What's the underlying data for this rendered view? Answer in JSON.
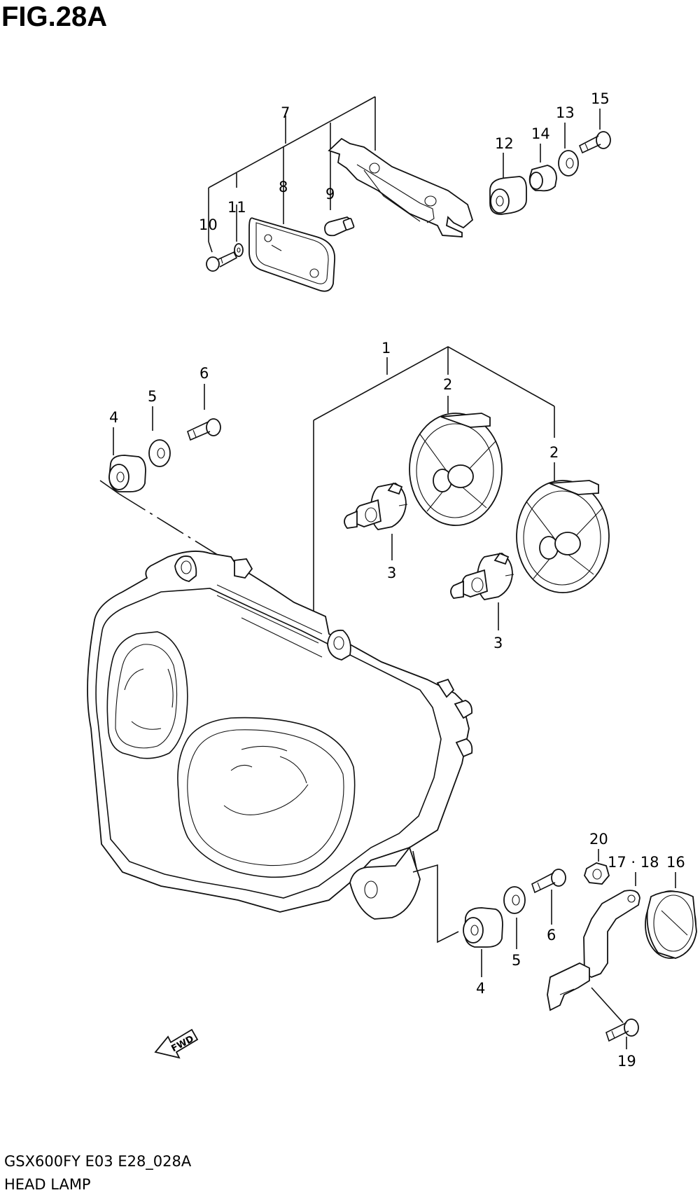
{
  "figure": {
    "title": "FIG.28A",
    "code": "GSX600FY E03 E28_028A",
    "name": "HEAD LAMP"
  },
  "callouts": [
    {
      "id": "c1",
      "label": "1"
    },
    {
      "id": "c2a",
      "label": "2"
    },
    {
      "id": "c2b",
      "label": "2"
    },
    {
      "id": "c3a",
      "label": "3"
    },
    {
      "id": "c3b",
      "label": "3"
    },
    {
      "id": "c4a",
      "label": "4"
    },
    {
      "id": "c4b",
      "label": "4"
    },
    {
      "id": "c5a",
      "label": "5"
    },
    {
      "id": "c5b",
      "label": "5"
    },
    {
      "id": "c6a",
      "label": "6"
    },
    {
      "id": "c6b",
      "label": "6"
    },
    {
      "id": "c7",
      "label": "7"
    },
    {
      "id": "c8",
      "label": "8"
    },
    {
      "id": "c9",
      "label": "9"
    },
    {
      "id": "c10",
      "label": "10"
    },
    {
      "id": "c11",
      "label": "11"
    },
    {
      "id": "c12",
      "label": "12"
    },
    {
      "id": "c13",
      "label": "13"
    },
    {
      "id": "c14",
      "label": "14"
    },
    {
      "id": "c15",
      "label": "15"
    },
    {
      "id": "c16",
      "label": "16"
    },
    {
      "id": "c1718",
      "label": "17 · 18"
    },
    {
      "id": "c19",
      "label": "19"
    },
    {
      "id": "c20",
      "label": "20"
    }
  ],
  "fwd_arrow": {
    "label": "FWD",
    "icon": "fwd-arrow-icon"
  }
}
